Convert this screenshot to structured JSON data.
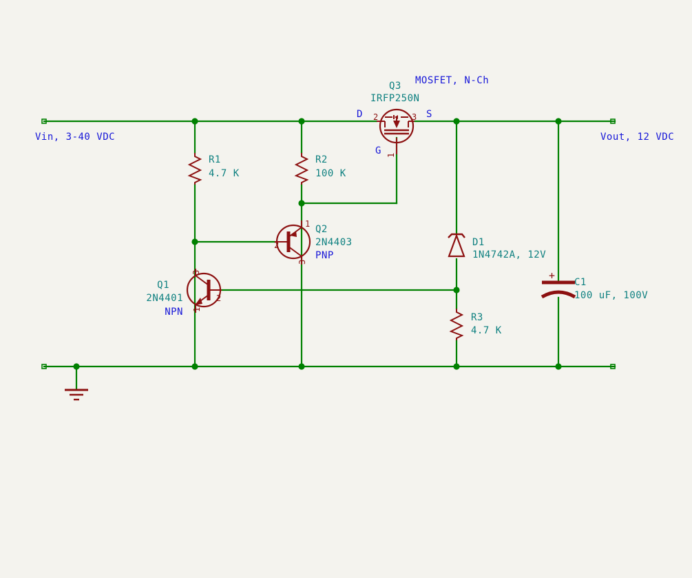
{
  "schematic": {
    "background_color": "#f4f3ee",
    "wire_color": "#008000",
    "symbol_color": "#8c1010",
    "reference_color": "#0e8080",
    "label_color": "#1616d8",
    "title": "Linear voltage regulator schematic"
  },
  "nets": {
    "input": {
      "label": "Vin, 3-40 VDC"
    },
    "output": {
      "label": "Vout, 12 VDC"
    }
  },
  "components": [
    {
      "id": "R1",
      "kind": "resistor",
      "reference": "R1",
      "value": "4.7 K"
    },
    {
      "id": "R2",
      "kind": "resistor",
      "reference": "R2",
      "value": "100 K"
    },
    {
      "id": "R3",
      "kind": "resistor",
      "reference": "R3",
      "value": "4.7 K"
    },
    {
      "id": "Q1",
      "kind": "transistor-npn",
      "reference": "Q1",
      "value": "2N4401",
      "note": "NPN",
      "pins": [
        "3",
        "2",
        "1"
      ]
    },
    {
      "id": "Q2",
      "kind": "transistor-pnp",
      "reference": "Q2",
      "value": "2N4403",
      "note": "PNP",
      "pins": [
        "1",
        "2",
        "3"
      ]
    },
    {
      "id": "Q3",
      "kind": "mosfet-n-channel",
      "reference": "Q3",
      "value": "IRFP250N",
      "note": "MOSFET, N-Ch",
      "pins": [
        "2",
        "3",
        "1"
      ],
      "pin_labels": [
        "D",
        "S",
        "G"
      ]
    },
    {
      "id": "D1",
      "kind": "zener-diode",
      "reference": "D1",
      "value": "1N4742A, 12V"
    },
    {
      "id": "C1",
      "kind": "capacitor-polarized",
      "reference": "C1",
      "value": "100 uF, 100V",
      "polarity_mark": "+"
    }
  ],
  "labels": {
    "q3_ref": "Q3",
    "q3_value": "IRFP250N",
    "q3_note": "MOSFET, N-Ch",
    "q3_pin_d": "D",
    "q3_pin_s": "S",
    "q3_pin_g": "G",
    "q3_pin_2": "2",
    "q3_pin_3": "3",
    "q3_pin_1": "1",
    "r1_ref": "R1",
    "r1_value": "4.7 K",
    "r2_ref": "R2",
    "r2_value": "100 K",
    "r3_ref": "R3",
    "r3_value": "4.7 K",
    "q2_ref": "Q2",
    "q2_value": "2N4403",
    "q2_note": "PNP",
    "q2_pin_1": "1",
    "q2_pin_2": "2",
    "q2_pin_3": "3",
    "q1_ref": "Q1",
    "q1_value": "2N4401",
    "q1_note": "NPN",
    "q1_pin_3": "3",
    "q1_pin_2": "2",
    "q1_pin_1": "1",
    "d1_ref": "D1",
    "d1_value": "1N4742A, 12V",
    "c1_ref": "C1",
    "c1_value": "100 uF, 100V",
    "c1_plus": "+",
    "vin": "Vin, 3-40 VDC",
    "vout": "Vout, 12 VDC"
  }
}
